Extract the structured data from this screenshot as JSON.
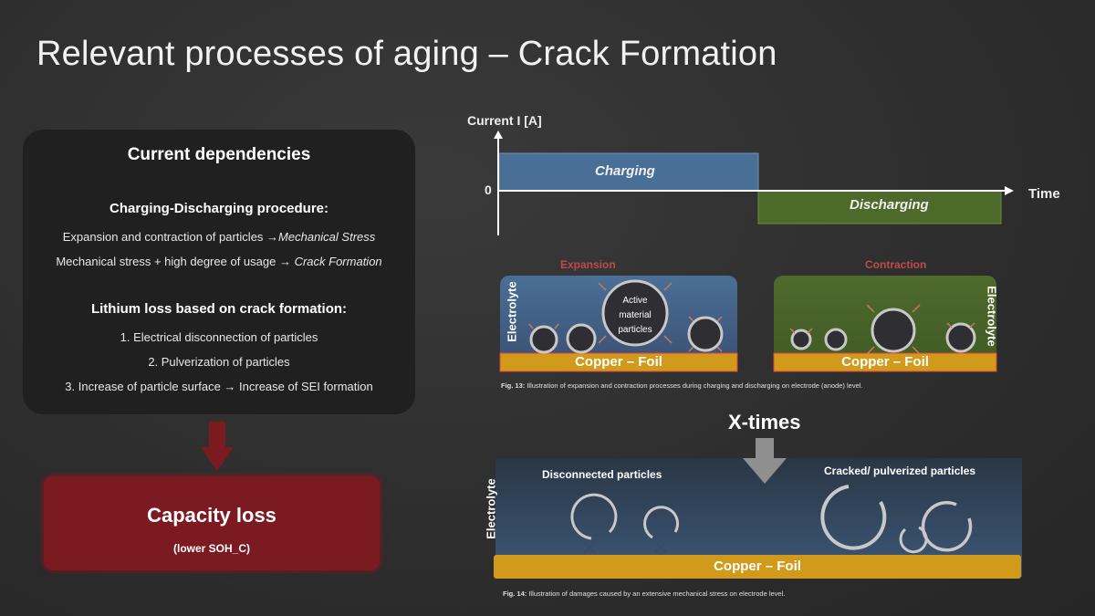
{
  "title": "Relevant processes of aging – Crack Formation",
  "panel": {
    "heading": "Current dependencies",
    "section1_title": "Charging-Discharging procedure:",
    "line1_plain": "Expansion and contraction of particles ",
    "line1_arrow": "→",
    "line1_italic": "Mechanical Stress",
    "line2_plain": "Mechanical stress + high degree of usage ",
    "line2_arrow": "→",
    "line2_italic": "Crack Formation",
    "section2_title": "Lithium loss based on crack formation:",
    "items": [
      "1.   Electrical disconnection of particles",
      "2.   Pulverization of particles",
      "3.   Increase of particle surface → Increase of SEI formation"
    ]
  },
  "capacity": {
    "label": "Capacity loss",
    "sublabel": "(lower SOH_C)"
  },
  "current_chart": {
    "ylabel": "Current I [A]",
    "zero_label": "0",
    "xlabel": "Time",
    "charging_label": "Charging",
    "discharging_label": "Discharging"
  },
  "fig13": {
    "expansion_label": "Expansion",
    "contraction_label": "Contraction",
    "electrolyte_label": "Electrolyte",
    "foil_label": "Copper – Foil",
    "particle_label_1": "Active",
    "particle_label_2": "material",
    "particle_label_3": "particles",
    "caption_bold": "Fig. 13:",
    "caption_text": " Illustration of expansion and contraction processes during charging and discharging on electrode (anode) level."
  },
  "xtimes": "X-times",
  "fig14": {
    "electrolyte_label": "Electrolyte",
    "disconnected_label": "Disconnected particles",
    "cracked_label": "Cracked/ pulverized particles",
    "foil_label": "Copper – Foil",
    "caption_bold": "Fig. 14:",
    "caption_text": " Illustration of damages caused by an extensive mechanical stress on electrode level."
  },
  "colors": {
    "charging": "#4a6f96",
    "discharging": "#4e6a2a",
    "foil": "#d29a1a",
    "capacity": "#7c1a22",
    "expansion_title": "#c04a4a",
    "particle_ring": "#c8c8c8"
  }
}
